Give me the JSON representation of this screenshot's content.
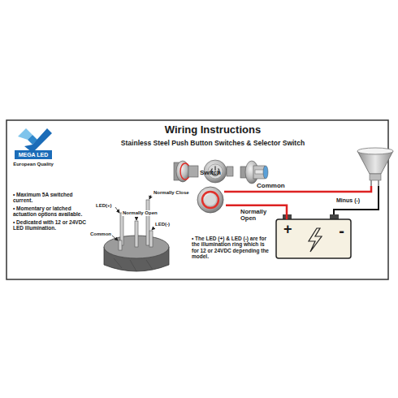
{
  "diagram": {
    "title": "Wiring Instructions",
    "nodes": [
      {
        "text": [
          "Switch"
        ]
      },
      {
        "text": [
          "+",
          "-"
        ]
      }
    ],
    "edges": [
      {
        "from": 0,
        "to": 1,
        "arrow": "none",
        "label": "Normally Open"
      }
    ],
    "labels": [
      "Stainless Steel Push Button Switches & Selector Switch",
      "MEGA LED",
      "European Quality",
      "• Maximum 5A switched current.",
      "• Momentary or latched actuation options available.",
      "• Dedicated with 12 or 24VDC LED illumination.",
      "LED(+)",
      "Normally Close",
      "Normally Open",
      "LED(-)",
      "Common",
      "Common",
      "Minus (-)",
      "• The LED (+) & LED (-) are for the illumination ring which is for 12 or 24VDC depending the model."
    ]
  }
}
